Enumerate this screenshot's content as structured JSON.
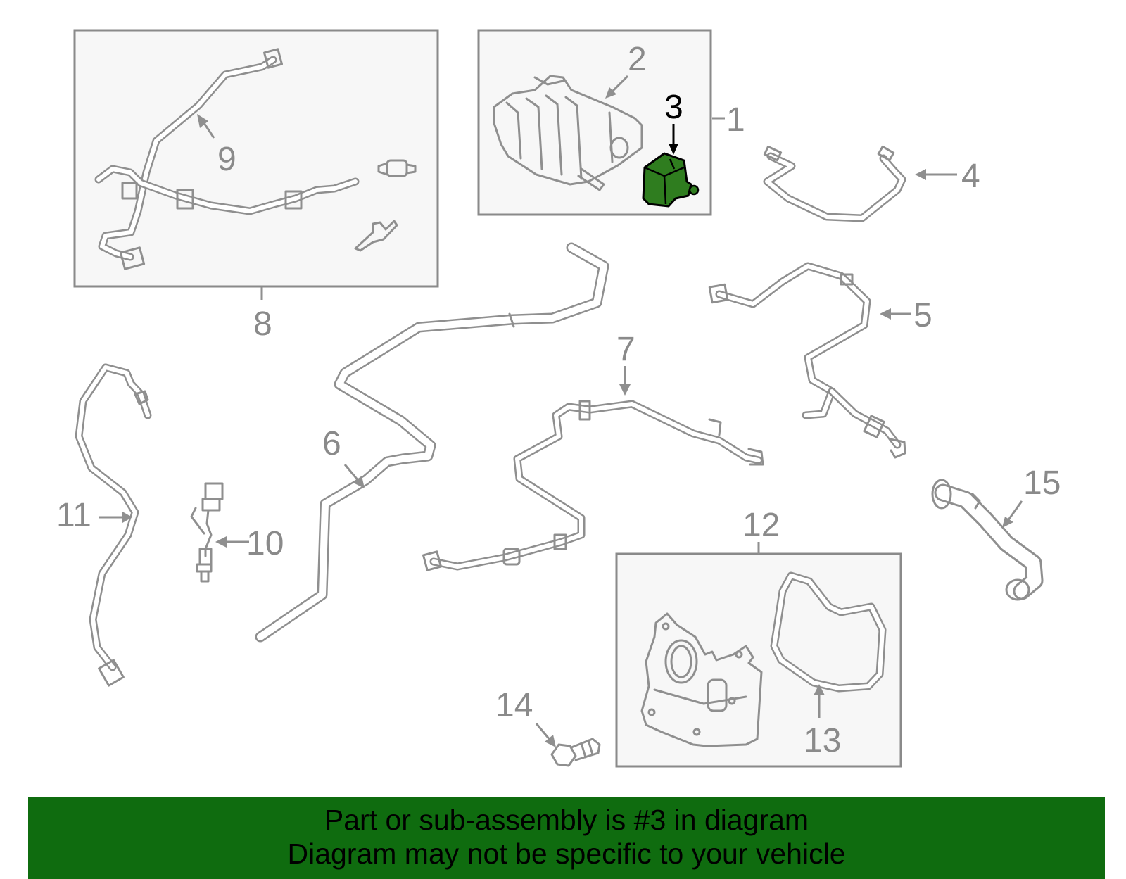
{
  "diagram": {
    "callouts": {
      "c1": "1",
      "c2": "2",
      "c3": "3",
      "c4": "4",
      "c5": "5",
      "c6": "6",
      "c7": "7",
      "c8": "8",
      "c9": "9",
      "c10": "10",
      "c11": "11",
      "c12": "12",
      "c13": "13",
      "c14": "14",
      "c15": "15"
    },
    "highlighted_part": "3",
    "colors": {
      "highlight_part": "#2f7d1f",
      "line_gray": "#8f8f8f",
      "banner_green": "#0f6c0f"
    }
  },
  "banner": {
    "line1": "Part or sub-assembly is #3 in diagram",
    "line2": "Diagram may not be specific to your vehicle"
  }
}
